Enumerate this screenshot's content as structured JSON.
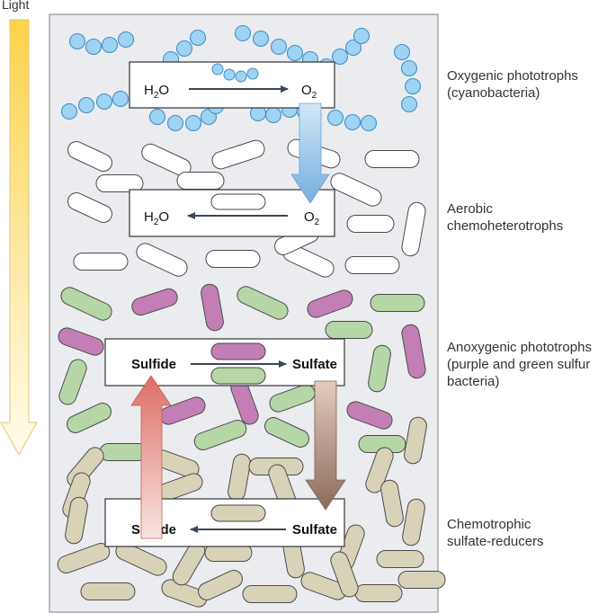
{
  "light": {
    "label": "Light"
  },
  "layers": {
    "oxygenic": {
      "line1": "Oxygenic phototrophs",
      "line2": "(cyanobacteria)"
    },
    "aerobic": {
      "line1": "Aerobic",
      "line2": "chemoheterotrophs"
    },
    "anoxygenic": {
      "line1": "Anoxygenic phototrophs",
      "line2": "(purple and green sulfur",
      "line3": "bacteria)"
    },
    "chemotrophic": {
      "line1": "Chemotrophic",
      "line2": "sulfate-reducers"
    }
  },
  "reactions": {
    "oxygenic": {
      "left": "H",
      "left_sub": "2",
      "left_tail": "O",
      "right": "O",
      "right_sub": "2"
    },
    "aerobic": {
      "left": "H",
      "left_sub": "2",
      "left_tail": "O",
      "right": "O",
      "right_sub": "2"
    },
    "anoxygenic": {
      "left": "Sulfide",
      "right": "Sulfate"
    },
    "sulfate_reduction": {
      "left": "Sulfide",
      "right": "Sulfate"
    }
  },
  "colors": {
    "cyanobacteria": "#9fd3f2",
    "cyanobacteria_stroke": "#3f8fc8",
    "aerobe": "#ffffff",
    "purple": "#c37fb5",
    "green": "#b6d6a8",
    "sulfate_reducer": "#d8d3b8",
    "mat_background": "#ebecf0",
    "oxygen_arrow": "#7fb3df",
    "sulfide_arrow": "#e27a72",
    "sulfate_arrow": "#9b7a6a"
  }
}
